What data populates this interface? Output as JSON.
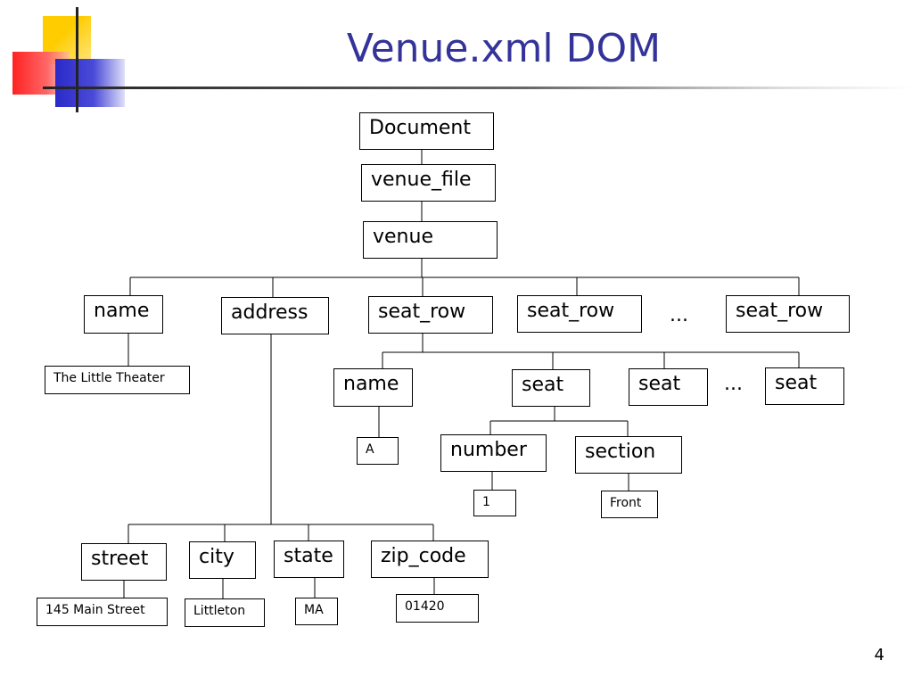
{
  "slide": {
    "title": "Venue.xml DOM",
    "page_number": "4"
  },
  "tree": {
    "document": "Document",
    "venue_file": "venue_file",
    "venue": "venue",
    "venue_children": {
      "name": "name",
      "address": "address",
      "seat_row_1": "seat_row",
      "seat_row_2": "seat_row",
      "ellipsis": "...",
      "seat_row_3": "seat_row"
    },
    "name_value": "The Little Theater",
    "seat_row_children": {
      "name": "name",
      "seat_1": "seat",
      "seat_2": "seat",
      "ellipsis": "...",
      "seat_3": "seat"
    },
    "row_name_value": "A",
    "seat_children": {
      "number": "number",
      "section": "section"
    },
    "number_value": "1",
    "section_value": "Front",
    "address_children": {
      "street": "street",
      "city": "city",
      "state": "state",
      "zip_code": "zip_code"
    },
    "street_value": "145 Main Street",
    "city_value": "Littleton",
    "state_value": "MA",
    "zip_code_value": "01420"
  },
  "colors": {
    "title": "#333399",
    "logo_yellow": "#FFCC00",
    "logo_red": "#FF3333",
    "logo_blue": "#3333CC",
    "line": "#000000"
  }
}
